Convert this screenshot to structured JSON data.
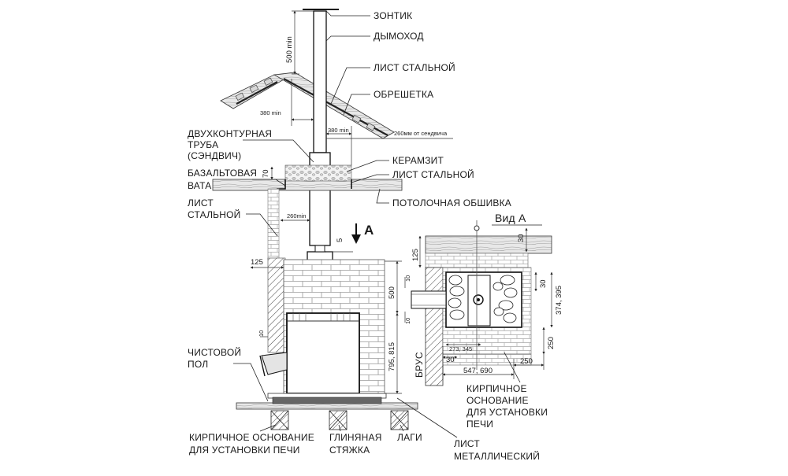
{
  "labels": {
    "umbrella": "ЗОНТИК",
    "chimney": "ДЫМОХОД",
    "steel_sheet_top": "ЛИСТ СТАЛЬНОЙ",
    "lathing": "ОБРЕШЕТКА",
    "sandwich_1": "ДВУХКОНТУРНАЯ",
    "sandwich_2": "ТРУБА",
    "sandwich_3": "(СЭНДВИЧ)",
    "claydite": "КЕРАМЗИТ",
    "steel_sheet_mid": "ЛИСТ СТАЛЬНОЙ",
    "basalt_1": "БАЗАЛЬТОВАЯ",
    "basalt_2": "ВАТА",
    "ceiling_lining": "ПОТОЛОЧНАЯ ОБШИВКА",
    "steel_sheet_wall_1": "ЛИСТ",
    "steel_sheet_wall_2": "СТАЛЬНОЙ",
    "finish_floor_1": "ЧИСТОВОЙ",
    "finish_floor_2": "ПОЛ",
    "brick_base_bottom_1": "КИРПИЧНОЕ ОСНОВАНИЕ",
    "brick_base_bottom_2": "ДЛЯ УСТАНОВКИ ПЕЧИ",
    "clay_1": "ГЛИНЯНАЯ",
    "clay_2": "СТЯЖКА",
    "joists": "ЛАГИ",
    "metal_sheet_1": "ЛИСТ",
    "metal_sheet_2": "МЕТАЛЛИЧЕСКИЙ",
    "view_a": "Вид А",
    "arrow_a": "A",
    "brick_base_right_1": "КИРПИЧНОЕ",
    "brick_base_right_2": "ОСНОВАНИЕ",
    "brick_base_right_3": "ДЛЯ УСТАНОВКИ",
    "brick_base_right_4": "ПЕЧИ",
    "timber": "БРУС"
  },
  "dimensions": {
    "d500min": "500 min",
    "d380min_left": "380 min",
    "d380min_right": "380 min",
    "d260sandwich": "260мм от сендвича",
    "d70": "70",
    "d260min": "260min",
    "d5": "5",
    "d125": "125",
    "d500": "500",
    "d10_side": "10",
    "d795": "795, 815",
    "d10_right_a": "10",
    "d10_right_b": "10",
    "va_125": "125",
    "va_30_top": "30",
    "va_30_right": "30",
    "va_374": "374, 395",
    "va_250_right": "250",
    "va_273": "273, 345",
    "va_30_bottom": "30",
    "va_547": "547, 690",
    "va_250_bottom": "250"
  }
}
